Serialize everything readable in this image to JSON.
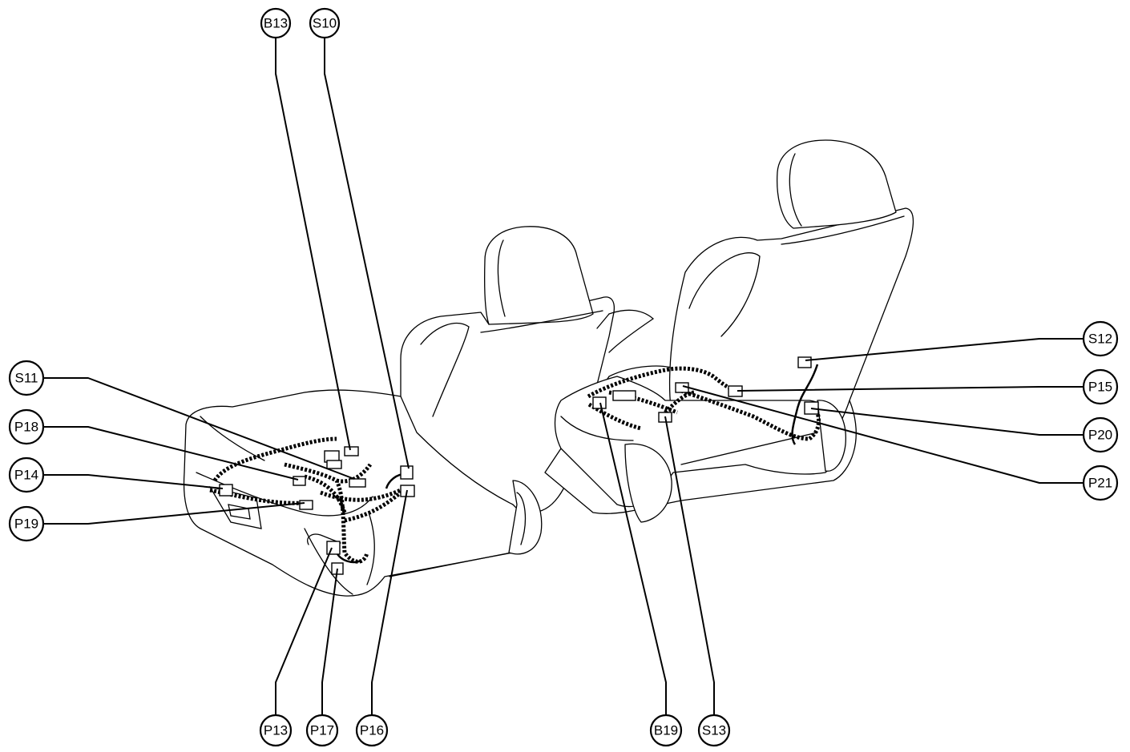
{
  "diagram": {
    "callouts": [
      {
        "id": "B13",
        "label": "B13"
      },
      {
        "id": "S10",
        "label": "S10"
      },
      {
        "id": "S11",
        "label": "S11"
      },
      {
        "id": "P18",
        "label": "P18"
      },
      {
        "id": "P14",
        "label": "P14"
      },
      {
        "id": "P19",
        "label": "P19"
      },
      {
        "id": "P13",
        "label": "P13"
      },
      {
        "id": "P17",
        "label": "P17"
      },
      {
        "id": "P16",
        "label": "P16"
      },
      {
        "id": "B19",
        "label": "B19"
      },
      {
        "id": "S13",
        "label": "S13"
      },
      {
        "id": "S12",
        "label": "S12"
      },
      {
        "id": "P15",
        "label": "P15"
      },
      {
        "id": "P20",
        "label": "P20"
      },
      {
        "id": "P21",
        "label": "P21"
      }
    ]
  }
}
